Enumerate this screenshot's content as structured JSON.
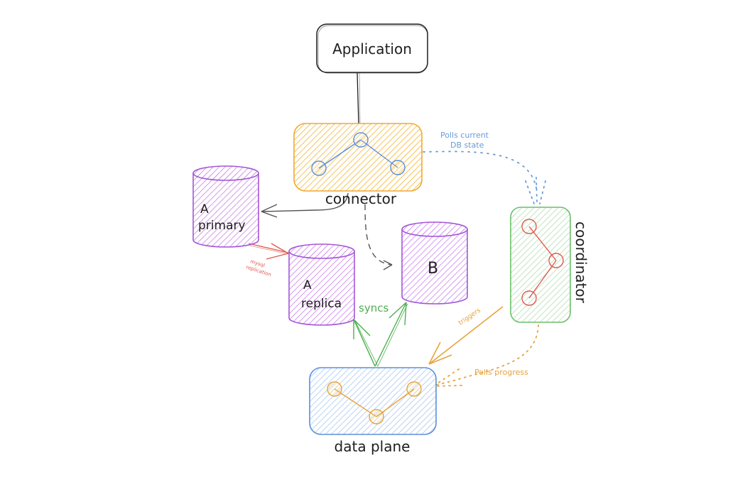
{
  "diagram": {
    "nodes": {
      "application": {
        "label": "Application",
        "color": "#1e1e1e"
      },
      "connector": {
        "label": "connector",
        "stroke": "#f0a830",
        "fill": "#fbd98a"
      },
      "a_primary": {
        "label_line1": "A",
        "label_line2": "primary",
        "stroke": "#a557d6",
        "fill": "#d8a8f0"
      },
      "a_replica": {
        "label_line1": "A",
        "label_line2": "replica",
        "stroke": "#a557d6",
        "fill": "#d8a8f0"
      },
      "b": {
        "label": "B",
        "stroke": "#a557d6",
        "fill": "#d8a8f0"
      },
      "coordinator": {
        "label": "coordinator",
        "stroke": "#6bbf6b",
        "fill": "#c4ebc4"
      },
      "data_plane": {
        "label": "data plane",
        "stroke": "#5b8fdb",
        "fill": "#b8d2f3"
      }
    },
    "edges": {
      "polls_db_state": {
        "label_line1": "Polls current",
        "label_line2": "DB state",
        "color": "#6a9ad8"
      },
      "mysql_replication": {
        "label_line1": "mysql",
        "label_line2": "replication",
        "color": "#e05a50"
      },
      "syncs": {
        "label": "syncs",
        "color": "#4caf50"
      },
      "triggers": {
        "label": "triggers",
        "color": "#e8a33a"
      },
      "polls_progress": {
        "label": "Polls progress",
        "color": "#e8a33a"
      }
    }
  }
}
